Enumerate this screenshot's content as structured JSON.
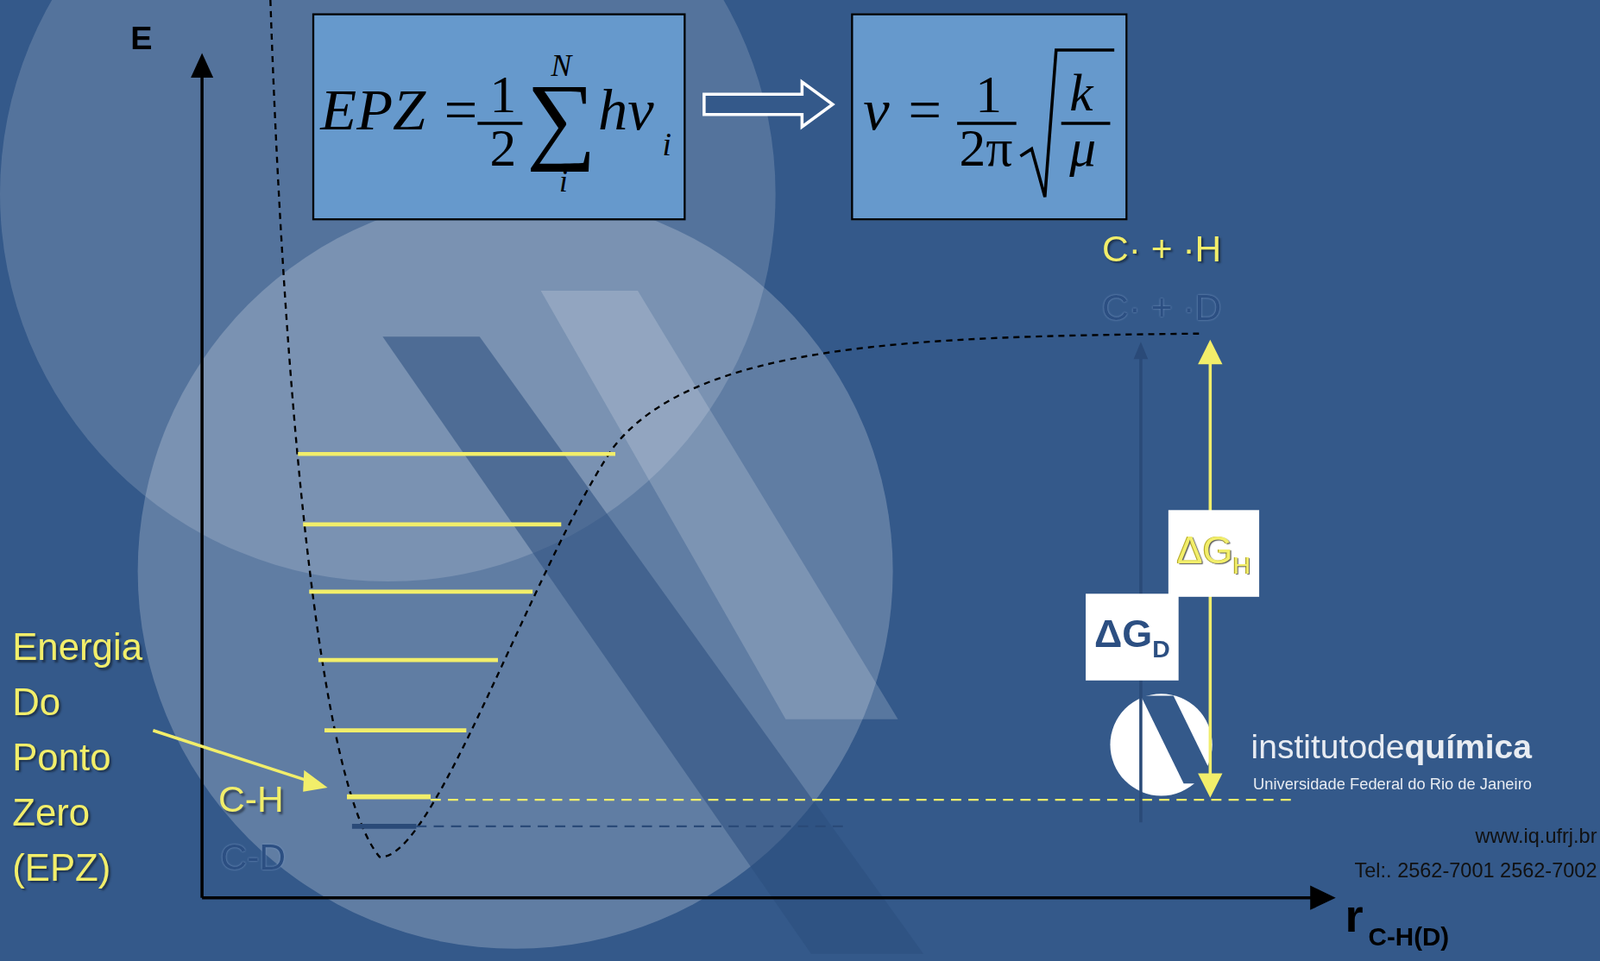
{
  "diagram": {
    "nodes": [
      {
        "text": [
          "EPZ =",
          "1",
          "2",
          "N",
          "∑",
          "i",
          "hν",
          "i"
        ]
      },
      {
        "text": [
          "ν =",
          "1",
          "2π",
          "k",
          "μ"
        ]
      },
      {
        "text": [
          "ΔG",
          "H"
        ]
      },
      {
        "text": [
          "ΔG",
          "D"
        ]
      }
    ],
    "edges": [
      {
        "from": 0,
        "to": 1,
        "arrow": "to"
      }
    ],
    "labels": [
      "E",
      "C· + ·H",
      "C· + ·D",
      "C-H",
      "C-D",
      "Energia Do Ponto Zero (EPZ)",
      "r",
      "C-H(D)",
      "institutode",
      "química",
      "Universidade Federal do Rio de Janeiro",
      "www.iq.ufrj.br",
      "Tel:. 2562-7001 2562-7002"
    ]
  }
}
